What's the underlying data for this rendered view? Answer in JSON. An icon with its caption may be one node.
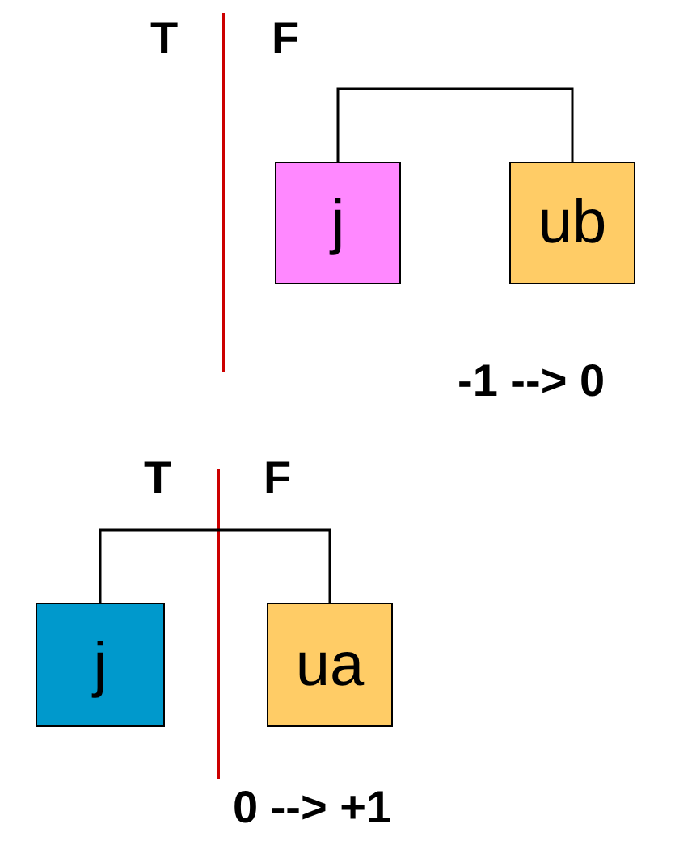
{
  "diagram": {
    "nodes": [
      {
        "text": [
          "j"
        ]
      },
      {
        "text": [
          "ub"
        ]
      },
      {
        "text": [
          "j"
        ]
      },
      {
        "text": [
          "ua"
        ]
      }
    ],
    "edges": [
      {
        "from": 0,
        "to": 1,
        "arrow": "none"
      },
      {
        "from": 2,
        "to": 3,
        "arrow": "none"
      }
    ],
    "labels": [
      "T",
      "F",
      "-1 --> 0",
      "T",
      "F",
      "0 --> +1"
    ]
  }
}
